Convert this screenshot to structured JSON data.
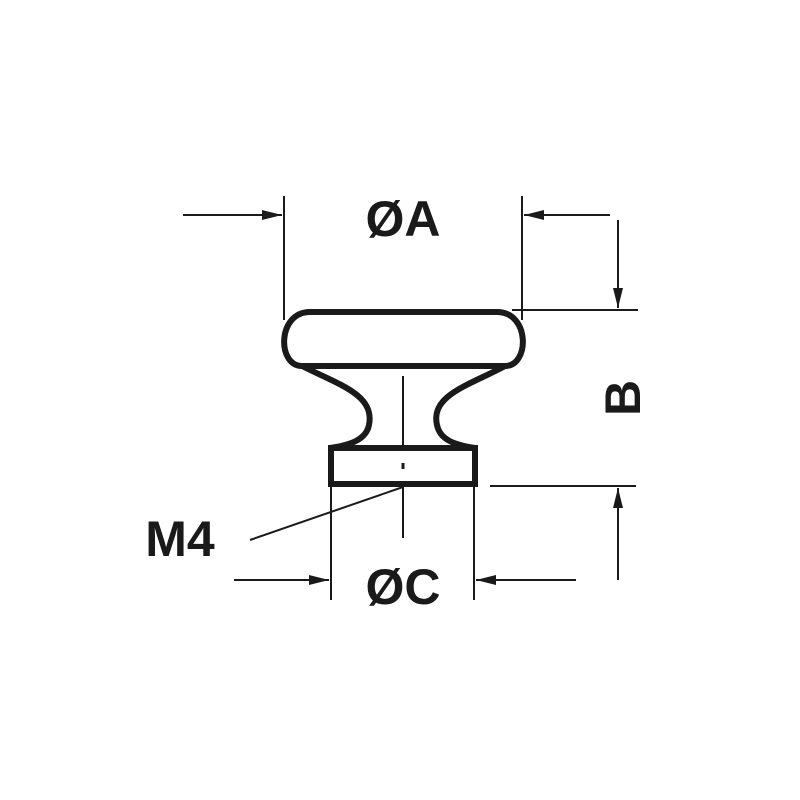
{
  "labels": {
    "diameter_a": "ØA",
    "height_b": "B",
    "thread": "M4",
    "diameter_c": "ØC"
  },
  "colors": {
    "line": "#1a1a1a",
    "background": "#ffffff"
  }
}
